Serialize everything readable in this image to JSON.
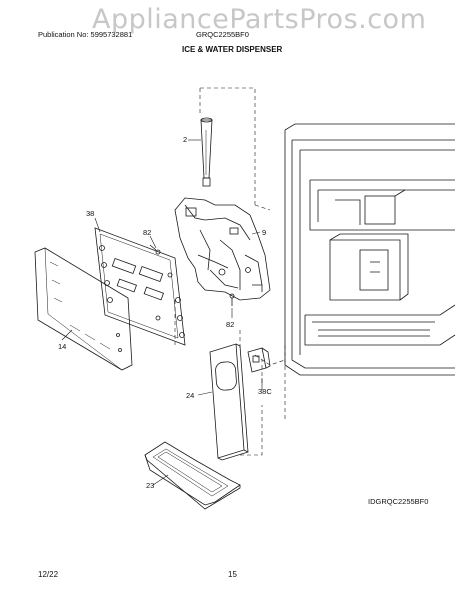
{
  "header": {
    "publication": "Publication No: 5995732881",
    "model": "GRQC2255BF0",
    "title": "ICE & WATER DISPENSER",
    "watermark": "AppliancePartsPros.com"
  },
  "callouts": {
    "c2": "2",
    "c38": "38",
    "c82a": "82",
    "c9": "9",
    "c82b": "82",
    "c14": "14",
    "c24": "24",
    "c38c": "38C",
    "c23": "23"
  },
  "diagram_code": "IDGRQC2255BF0",
  "footer": {
    "date": "12/22",
    "page": "15"
  },
  "colors": {
    "line": "#1a1a1a",
    "watermark": "#9a9a9a"
  }
}
